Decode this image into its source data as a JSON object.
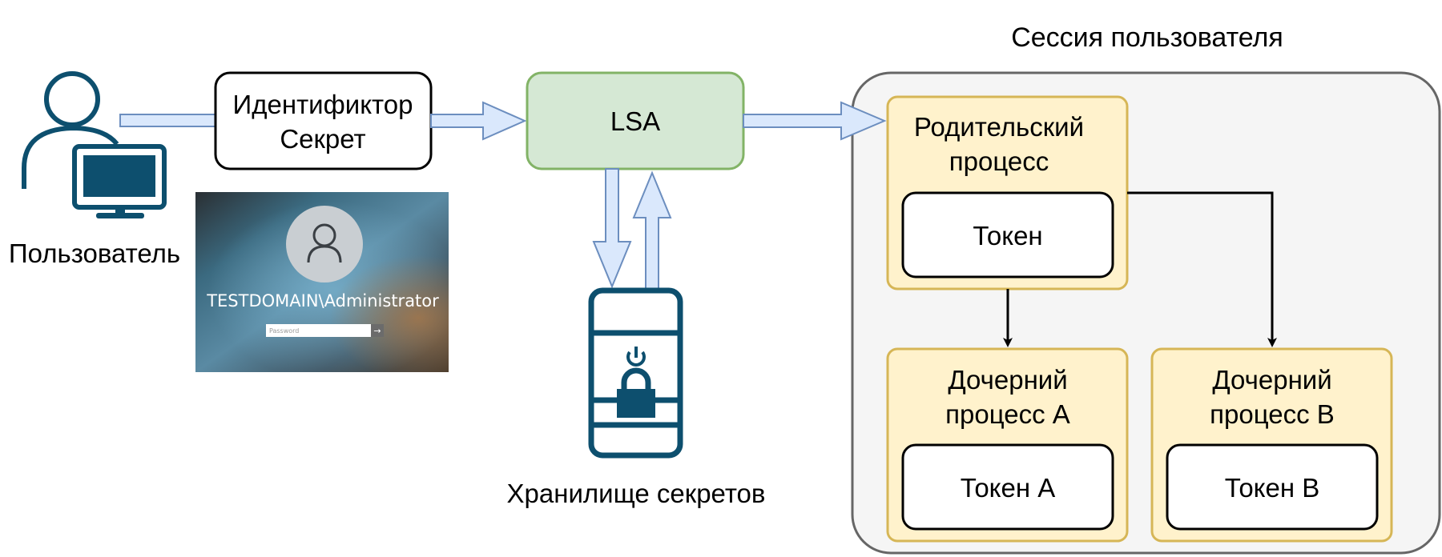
{
  "title": "Сессия пользователя",
  "user_label": "Пользователь",
  "credentials": {
    "line1": "Идентификтор",
    "line2": "Секрет"
  },
  "lsa_label": "LSA",
  "storage_label": "Хранилище секретов",
  "login_screen": {
    "account": "TESTDOMAIN\\Administrator",
    "password_placeholder": "Password"
  },
  "parent_process": {
    "line1": "Родительский",
    "line2": "процесс",
    "token": "Токен"
  },
  "child_a": {
    "line1": "Дочерний",
    "line2": "процесс A",
    "token": "Токен A"
  },
  "child_b": {
    "line1": "Дочерний",
    "line2": "процесс B",
    "token": "Токен B"
  },
  "colors": {
    "lsa_fill": "#d5e8d4",
    "lsa_stroke": "#82b366",
    "process_fill": "#fff2cc",
    "process_stroke": "#d6b656",
    "session_fill": "#f5f5f5",
    "session_stroke": "#666666",
    "arrow_fill": "#dae8fc",
    "arrow_stroke": "#6c8ebf",
    "icon_color": "#0d4f6e"
  },
  "icons": [
    "user-computer-icon",
    "locked-storage-icon",
    "login-avatar-icon"
  ]
}
